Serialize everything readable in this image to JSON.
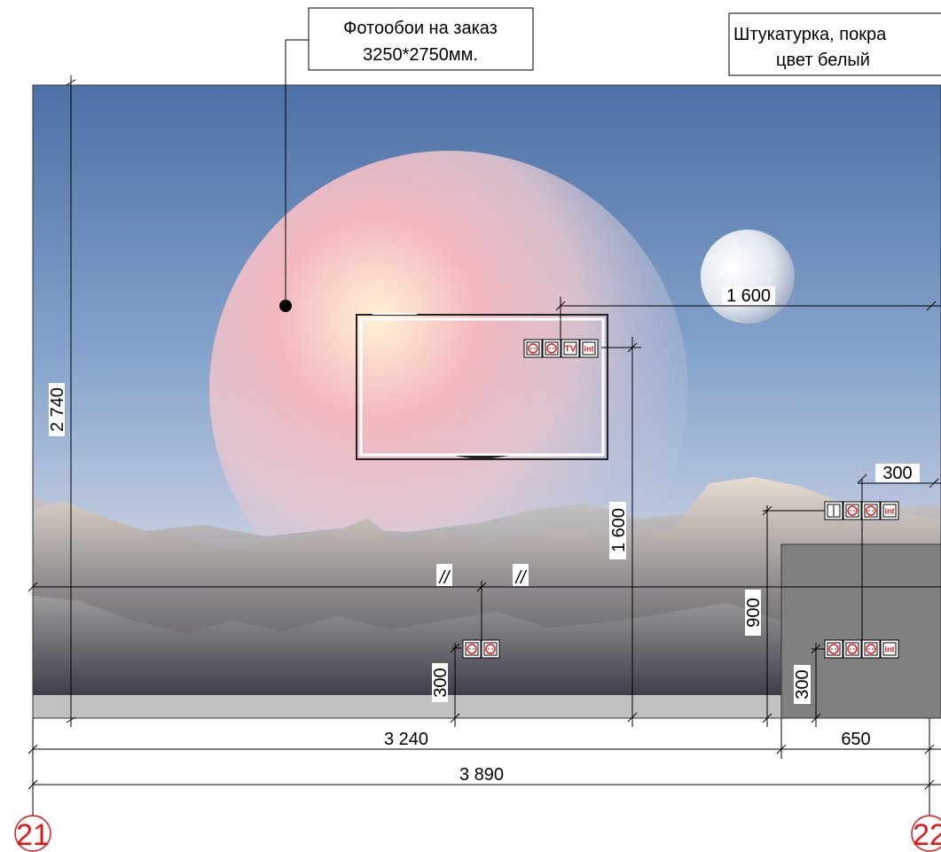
{
  "callouts": {
    "wallpaper": {
      "line1": "Фотообои на заказ",
      "line2": "3250*2750мм."
    },
    "plaster": {
      "line1": "Штукатурка, покра",
      "line2": "цвет белый"
    }
  },
  "dimensions": {
    "wall_height": "2 740",
    "tv_offset": "1 600",
    "tv_socket_height": "1 600",
    "cabinet_socket_offset": "300",
    "cabinet_socket_height": "900",
    "low_socket_height_left": "300",
    "low_socket_height_right": "300",
    "width_left": "3 240",
    "width_right": "650",
    "width_total": "3 890",
    "break_mark": "//"
  },
  "axes": {
    "left": "21",
    "right": "22"
  },
  "socket_groups": {
    "tv_group": [
      "socket",
      "socket",
      "TV",
      "int"
    ],
    "cabinet_upper": [
      "switch",
      "socket",
      "socket",
      "int"
    ],
    "cabinet_lower": [
      "socket",
      "socket",
      "socket",
      "int"
    ],
    "floor_left": [
      "socket",
      "socket"
    ]
  },
  "socket_codes": {
    "TV": "TV",
    "int": "int"
  },
  "colors": {
    "axis": "#e01818",
    "cabinet": "#808080",
    "floor": "#c0c0c0",
    "sky_top": "#4f75a8",
    "sky_horizon": "#c6cfe0"
  }
}
